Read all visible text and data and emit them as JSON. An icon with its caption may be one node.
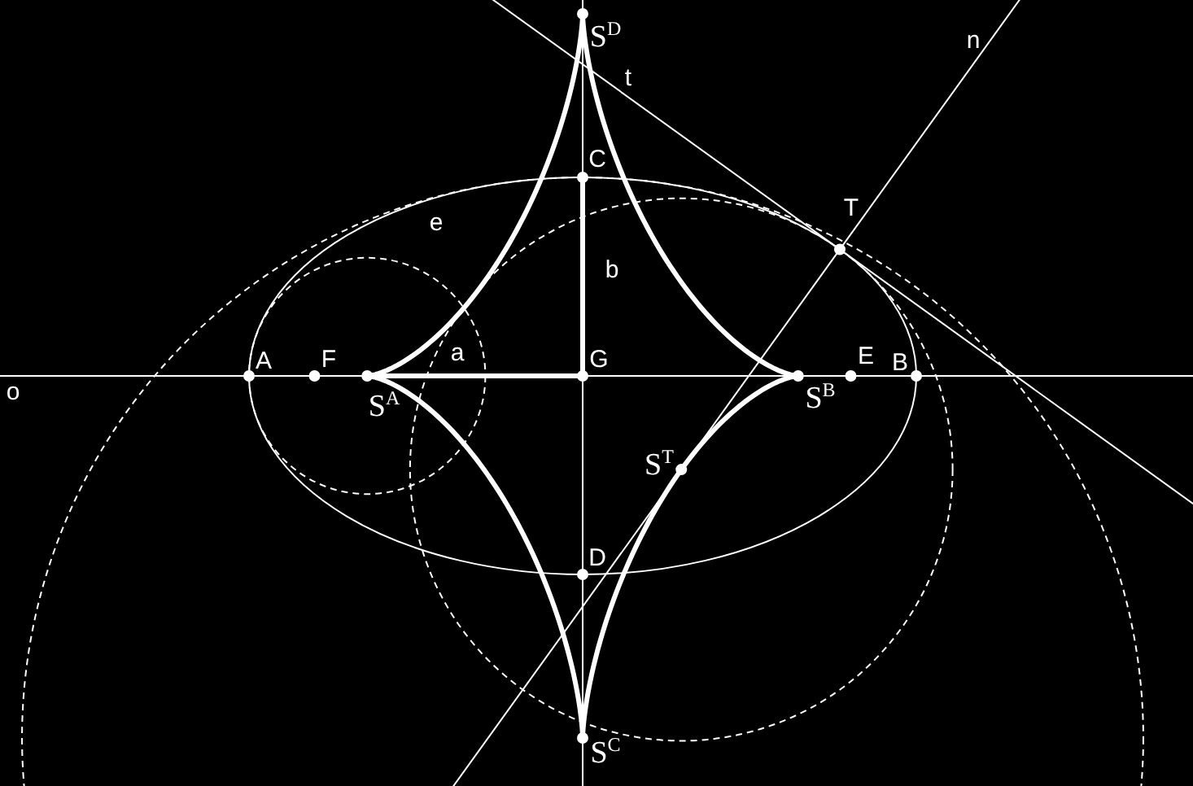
{
  "diagram": {
    "labels": [
      "S$^{D}$",
      "n",
      "t",
      "C",
      "T",
      "e",
      "b",
      "A",
      "F",
      "a",
      "G",
      "E",
      "B",
      "o",
      "S$^{A}$",
      "S$^{B}$",
      "S$^{T}$",
      "D",
      "S$^{C}$"
    ]
  }
}
